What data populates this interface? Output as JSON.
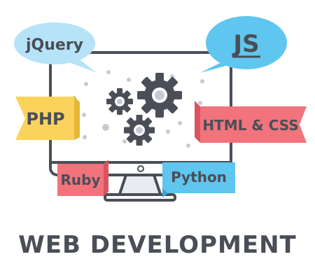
{
  "illustration": {
    "heading": "WEB DEVELOPMENT",
    "tags": {
      "jquery": "jQuery",
      "js": "JS",
      "php": "PHP",
      "html_css": "HTML & CSS",
      "ruby": "Ruby",
      "python": "Python"
    },
    "icons": [
      "monitor-icon",
      "gear-icon"
    ],
    "colors": {
      "outline": "#4a4e57",
      "bubble_blue": "#b6e3f7",
      "bubble_blue_dark": "#5fc6ef",
      "flag_yellow": "#fbd35c",
      "flag_red": "#f2737c",
      "ruby_red": "#f2737c",
      "python_blue": "#5fc6ef",
      "gear_fill": "#4a4e57",
      "dot_gray": "#c7cbd1"
    }
  }
}
